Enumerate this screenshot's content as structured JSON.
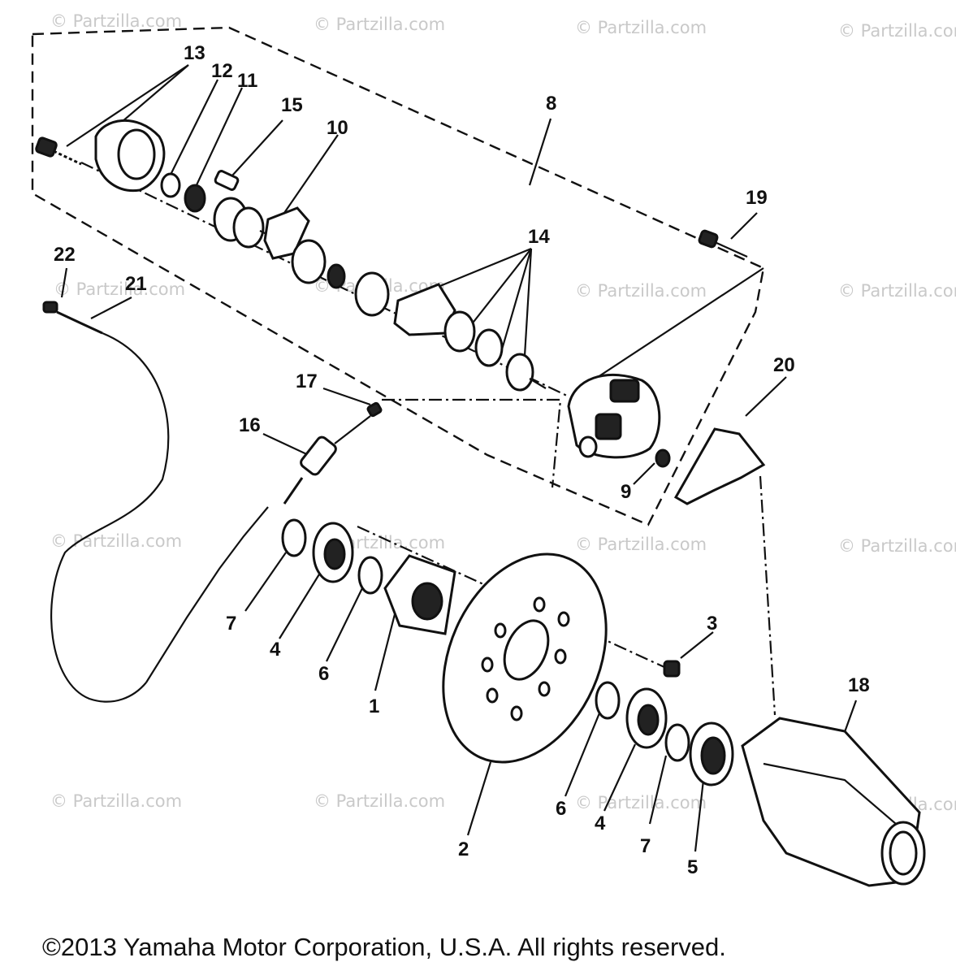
{
  "watermark": "© Partzilla.com",
  "callouts": {
    "c1": "1",
    "c2": "2",
    "c3": "3",
    "c4a": "4",
    "c4b": "4",
    "c5": "5",
    "c6a": "6",
    "c6b": "6",
    "c7a": "7",
    "c7b": "7",
    "c8": "8",
    "c9": "9",
    "c10": "10",
    "c11": "11",
    "c12": "12",
    "c13": "13",
    "c14": "14",
    "c15": "15",
    "c16": "16",
    "c17": "17",
    "c18": "18",
    "c19": "19",
    "c20": "20",
    "c21": "21",
    "c22": "22"
  },
  "copyright": "©2013 Yamaha Motor Corporation, U.S.A. All rights reserved."
}
